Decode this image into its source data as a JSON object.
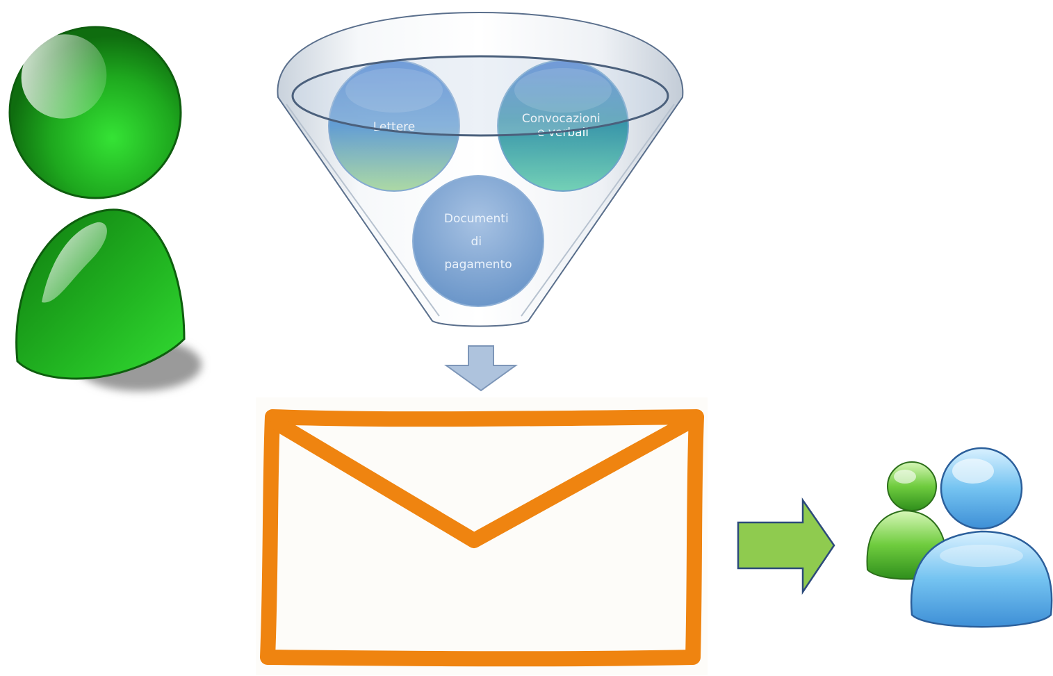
{
  "funnel": {
    "items": [
      {
        "label_lines": [
          "Lettere"
        ]
      },
      {
        "label_lines": [
          "Convocazioni",
          "e verbali"
        ]
      },
      {
        "label_lines": [
          "Documenti",
          "di",
          "pagamento"
        ]
      }
    ]
  },
  "colors": {
    "sender_green": "#1f9e1f",
    "funnel_rim": "#5a6f8c",
    "circle_blue": "#3f7fd0",
    "circle_green": "#8ccf8f",
    "circle_teal": "#39a6a8",
    "envelope_orange": "#ef8410",
    "arrow_green": "#8fcb4f",
    "arrow_down": "#a9bfdb",
    "recipient_blue": "#6ab9ee",
    "recipient_green": "#5cbf3a"
  },
  "icons": {
    "sender": "person-icon",
    "envelope": "envelope-icon",
    "recipients": "users-icon",
    "down_arrow": "arrow-down-icon",
    "right_arrow": "arrow-right-icon"
  }
}
